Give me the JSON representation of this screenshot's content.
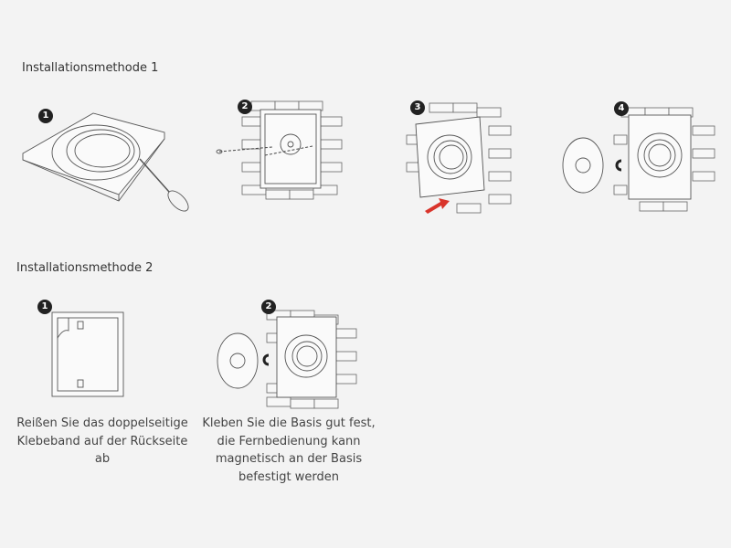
{
  "method1": {
    "title": "Installationsmethode 1",
    "steps": [
      {
        "number": "1",
        "description_icon": "panel-with-screwdriver"
      },
      {
        "number": "2",
        "description_icon": "screw-base-to-wall"
      },
      {
        "number": "3",
        "description_icon": "attach-panel-arrow"
      },
      {
        "number": "4",
        "description_icon": "magnetic-remote-attach"
      }
    ]
  },
  "method2": {
    "title": "Installationsmethode 2",
    "steps": [
      {
        "number": "1",
        "caption": "Reißen Sie das doppelseitige Klebeband auf der Rückseite ab",
        "lines": [
          "Reißen Sie das doppelseitige",
          "Klebeband auf der Rückseite",
          "ab"
        ]
      },
      {
        "number": "2",
        "caption": "Kleben Sie die Basis gut fest, die Fernbedienung kann magnetisch an der Basis befestigt werden",
        "lines": [
          "Kleben Sie die Basis gut fest,",
          "die Fernbedienung kann",
          "magnetisch an der Basis",
          "befestigt werden"
        ]
      }
    ]
  },
  "colors": {
    "background": "#f3f3f3",
    "badge": "#222222",
    "arrow": "#d9342b"
  }
}
